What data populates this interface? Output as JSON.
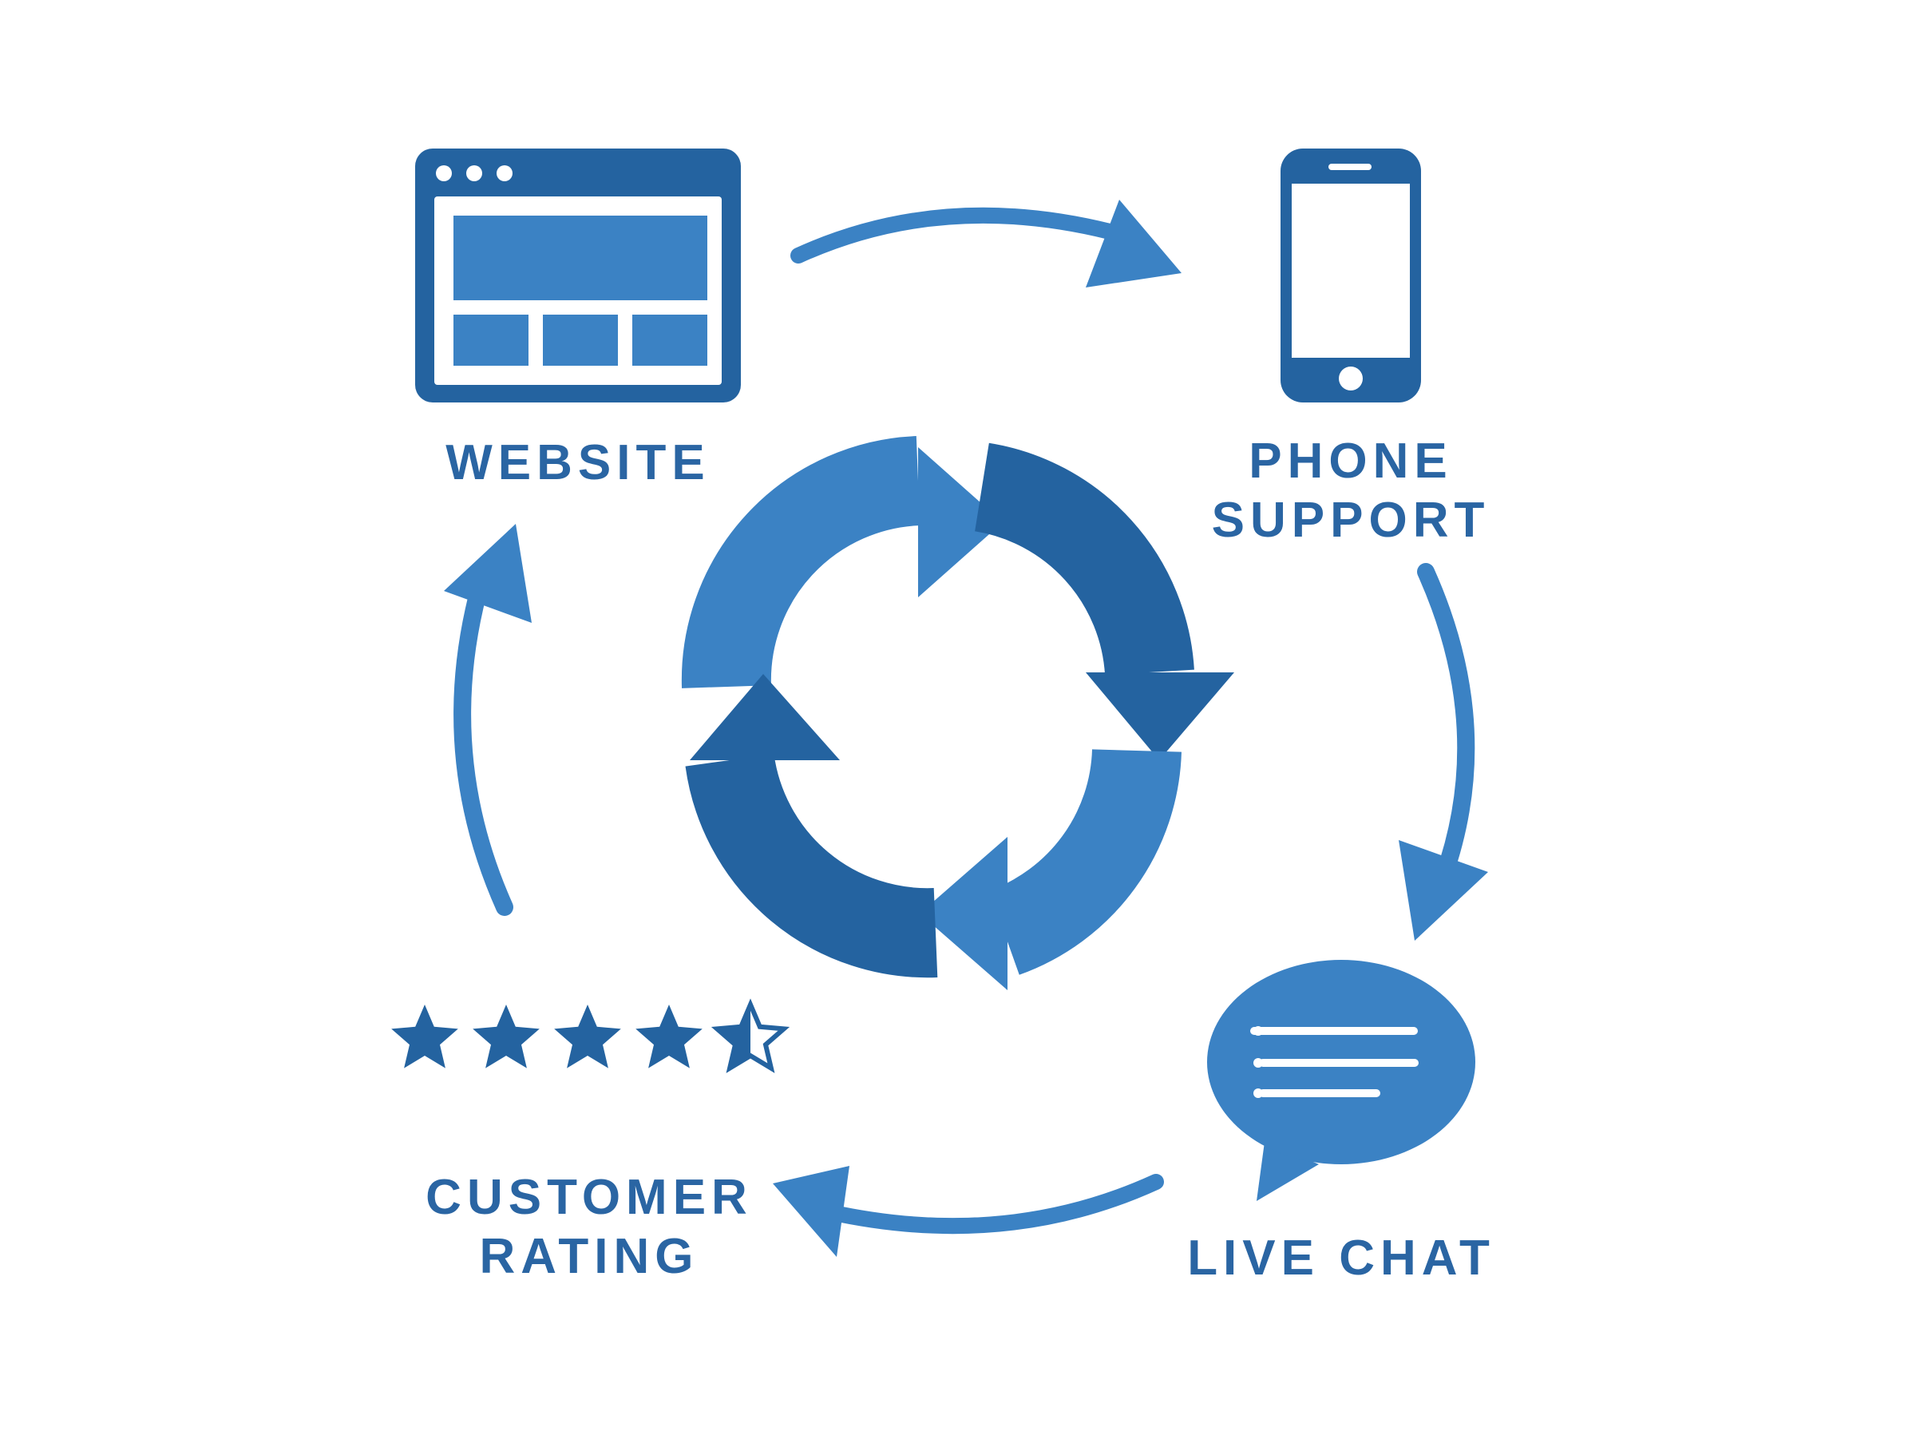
{
  "colors": {
    "primary": "#3b82c4",
    "dark": "#2463a0",
    "label": "#2a65a3",
    "background": "#ffffff"
  },
  "nodes": {
    "website": {
      "label": "WEBSITE",
      "icon": "browser-window-icon"
    },
    "phone_support": {
      "label_line1": "PHONE",
      "label_line2": "SUPPORT",
      "icon": "smartphone-icon"
    },
    "live_chat": {
      "label": "LIVE CHAT",
      "icon": "chat-bubble-icon"
    },
    "customer_rating": {
      "label_line1": "CUSTOMER",
      "label_line2": "RATING",
      "icon": "star-rating-icon",
      "rating": 4.5,
      "max_rating": 5
    }
  },
  "center": {
    "icon": "refresh-cycle-icon"
  },
  "flow": [
    "website",
    "phone_support",
    "live_chat",
    "customer_rating",
    "website"
  ]
}
